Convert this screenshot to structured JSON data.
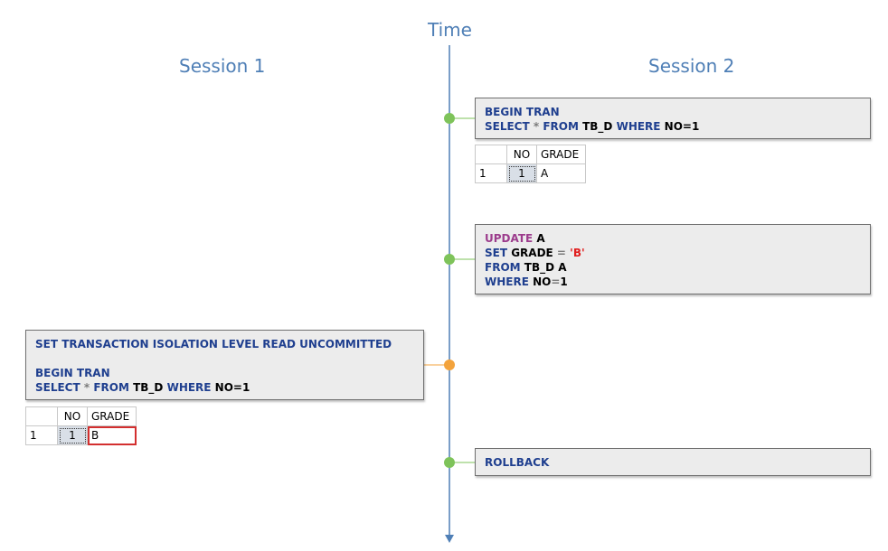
{
  "header": {
    "time_label": "Time",
    "session1_label": "Session 1",
    "session2_label": "Session 2"
  },
  "colors": {
    "timeline": "#4f7fb6",
    "dot_green": "#7ec35a",
    "dot_orange": "#f3a33c",
    "keyword": "#1f3f8f",
    "keyword_update": "#9c3c8c",
    "string_literal": "#e01e1e",
    "highlight_border": "#d32f2f"
  },
  "boxes": {
    "s2_begin": {
      "line1": {
        "kw": "BEGIN TRAN"
      },
      "line2": {
        "kw1": "SELECT",
        "op": " * ",
        "kw2": "FROM",
        "tbl": " TB_D ",
        "kw3": "WHERE",
        "cond": " NO=1"
      }
    },
    "s2_update": {
      "line1": {
        "kw": "UPDATE",
        "rest": " A"
      },
      "line2": {
        "kw": "SET",
        "field": " GRADE ",
        "op": "=",
        "str": " 'B'"
      },
      "line3": {
        "kw": "FROM",
        "rest": " TB_D A"
      },
      "line4": {
        "kw": "WHERE",
        "rest": " NO",
        "op": "=",
        "val": "1"
      }
    },
    "s1_select": {
      "line1": {
        "kw": "SET TRANSACTION ISOLATION LEVEL READ UNCOMMITTED"
      },
      "line2": {
        "kw": "BEGIN TRAN"
      },
      "line3": {
        "kw1": "SELECT",
        "op": " * ",
        "kw2": "FROM",
        "tbl": " TB_D ",
        "kw3": "WHERE",
        "cond": " NO=1"
      }
    },
    "s2_rollback": {
      "line1": {
        "kw": "ROLLBACK"
      }
    }
  },
  "results": {
    "s2": {
      "headers": [
        "",
        "NO",
        "GRADE"
      ],
      "row": [
        "1",
        "1",
        "A"
      ]
    },
    "s1": {
      "headers": [
        "",
        "NO",
        "GRADE"
      ],
      "row": [
        "1",
        "1",
        "B"
      ]
    }
  }
}
